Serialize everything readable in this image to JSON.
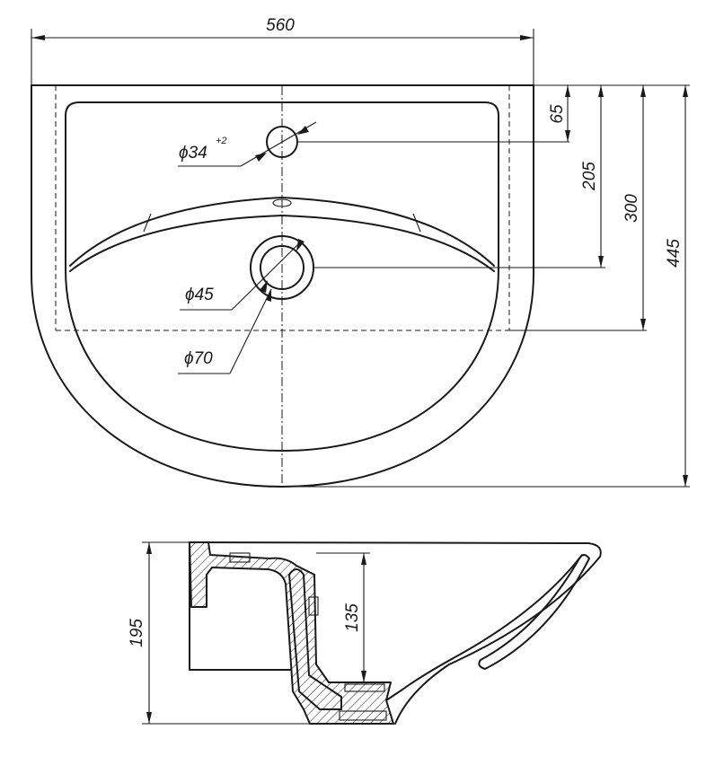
{
  "top_view": {
    "width_label": "560",
    "hole_tap_label": "ϕ34",
    "hole_tap_tolerance": "+2",
    "drain_inner_label": "ϕ45",
    "drain_outer_label": "ϕ70",
    "depth_65_label": "65",
    "depth_205_label": "205",
    "depth_300_label": "300",
    "depth_445_label": "445"
  },
  "side_view": {
    "height_label": "195",
    "bowl_depth_label": "135"
  }
}
